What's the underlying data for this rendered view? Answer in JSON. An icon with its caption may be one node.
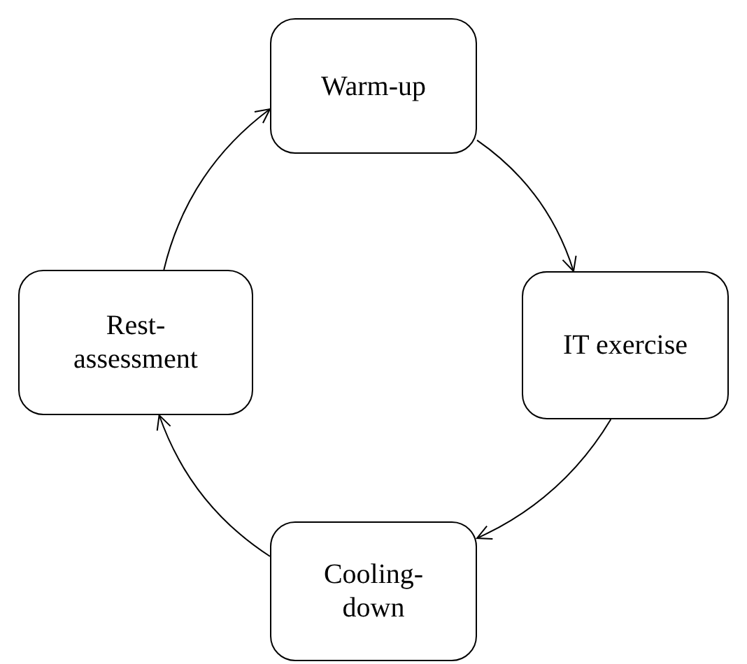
{
  "diagram": {
    "nodes": [
      {
        "text": [
          "Warm-up"
        ]
      },
      {
        "text": [
          "IT exercise"
        ]
      },
      {
        "text": [
          "Cooling-down"
        ]
      },
      {
        "text": [
          "Rest-assessment"
        ]
      }
    ],
    "edges": [
      {
        "from": 0,
        "to": 1,
        "arrow": "to"
      },
      {
        "from": 1,
        "to": 2,
        "arrow": "to"
      },
      {
        "from": 2,
        "to": 3,
        "arrow": "to"
      },
      {
        "from": 3,
        "to": 0,
        "arrow": "to"
      }
    ]
  }
}
